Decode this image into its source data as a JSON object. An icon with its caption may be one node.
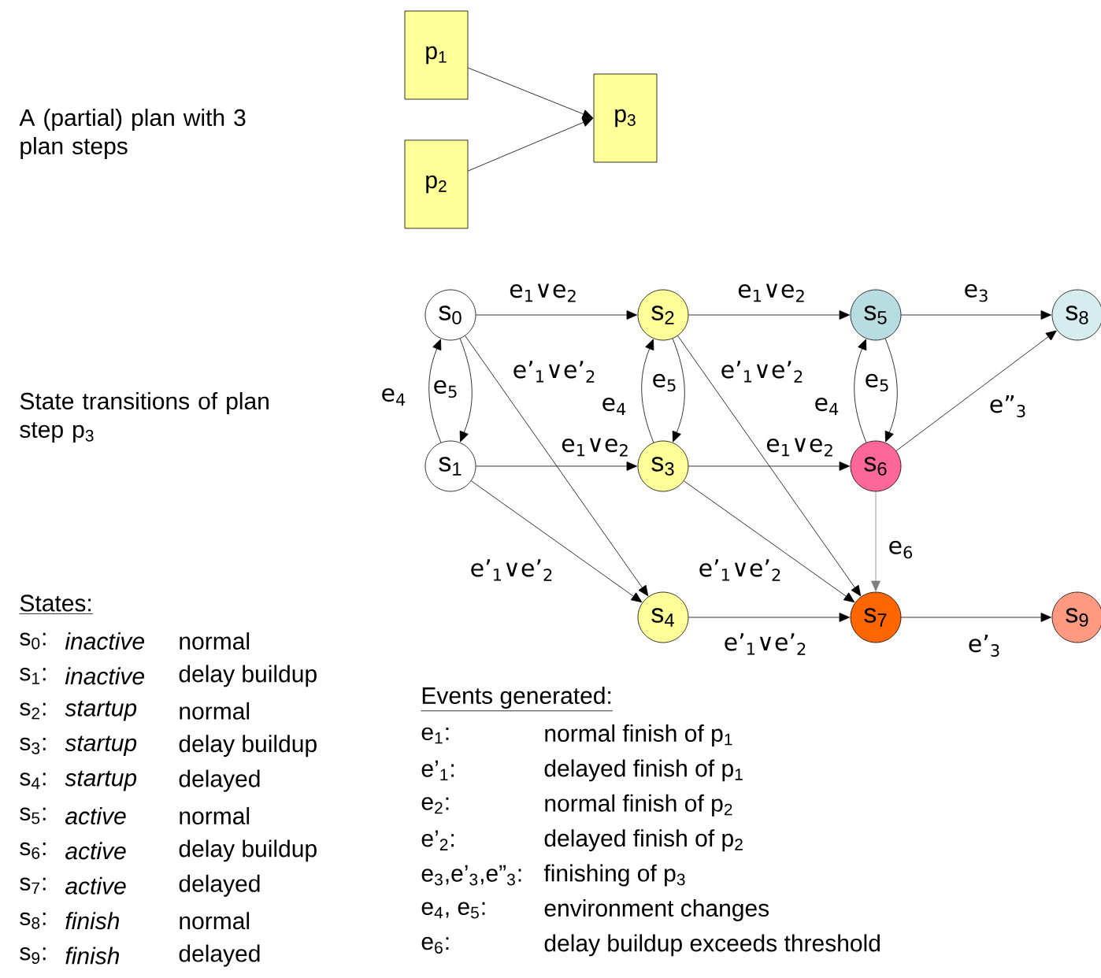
{
  "diagram": {
    "nodes": [
      {
        "text": [
          "p$_{1}$"
        ]
      },
      {
        "text": [
          "p$_{2}$"
        ]
      },
      {
        "text": [
          "p$_{3}$"
        ]
      },
      {
        "text": [
          "s$_{0}$"
        ]
      },
      {
        "text": [
          "s$_{1}$"
        ]
      },
      {
        "text": [
          "s$_{2}$"
        ]
      },
      {
        "text": [
          "s$_{3}$"
        ]
      },
      {
        "text": [
          "s$_{4}$"
        ]
      },
      {
        "text": [
          "s$_{5}$"
        ]
      },
      {
        "text": [
          "s$_{6}$"
        ]
      },
      {
        "text": [
          "s$_{7}$"
        ]
      },
      {
        "text": [
          "s$_{8}$"
        ]
      },
      {
        "text": [
          "s$_{9}$"
        ]
      }
    ],
    "edges": [
      {
        "from": 0,
        "to": 2,
        "arrow": "to"
      },
      {
        "from": 1,
        "to": 2,
        "arrow": "to"
      },
      {
        "from": 3,
        "to": 5,
        "arrow": "to",
        "label": "e$_{1}$∨e$_{2}$"
      },
      {
        "from": 5,
        "to": 8,
        "arrow": "to",
        "label": "e$_{1}$∨e$_{2}$"
      },
      {
        "from": 8,
        "to": 11,
        "arrow": "to",
        "label": "e$_{3}$"
      },
      {
        "from": 4,
        "to": 6,
        "arrow": "to",
        "label": "e$_{1}$∨e$_{2}$"
      },
      {
        "from": 6,
        "to": 9,
        "arrow": "to",
        "label": "e$_{1}$∨e$_{2}$"
      },
      {
        "from": 3,
        "to": 4,
        "arrow": "to",
        "label": "e$_{5}$"
      },
      {
        "from": 4,
        "to": 3,
        "arrow": "to",
        "label": "e$_{4}$"
      },
      {
        "from": 5,
        "to": 6,
        "arrow": "to",
        "label": "e$_{5}$"
      },
      {
        "from": 6,
        "to": 5,
        "arrow": "to",
        "label": "e$_{4}$"
      },
      {
        "from": 8,
        "to": 9,
        "arrow": "to",
        "label": "e$_{5}$"
      },
      {
        "from": 9,
        "to": 8,
        "arrow": "to",
        "label": "e$_{4}$"
      },
      {
        "from": 3,
        "to": 7,
        "arrow": "to",
        "label": "e’$_{1}$∨e’$_{2}$"
      },
      {
        "from": 4,
        "to": 7,
        "arrow": "to",
        "label": "e’$_{1}$∨e’$_{2}$"
      },
      {
        "from": 5,
        "to": 10,
        "arrow": "to",
        "label": "e’$_{1}$∨e’$_{2}$"
      },
      {
        "from": 6,
        "to": 10,
        "arrow": "to",
        "label": "e’$_{1}$∨e’$_{2}$"
      },
      {
        "from": 7,
        "to": 10,
        "arrow": "to",
        "label": "e’$_{1}$∨e’$_{2}$"
      },
      {
        "from": 9,
        "to": 11,
        "arrow": "to",
        "label": "e”$_{3}$"
      },
      {
        "from": 9,
        "to": 10,
        "arrow": "to",
        "label": "e$_{6}$",
        "color": "#7f7f7f"
      },
      {
        "from": 10,
        "to": 12,
        "arrow": "to",
        "label": "e’$_{3}$"
      }
    ],
    "labels": [
      "A (partial) plan with 3 plan steps",
      "State transitions of plan step p$_{3}$",
      "States:",
      "s$_{0}$:",
      "inactive",
      "normal",
      "s$_{1}$:",
      "inactive",
      "delay buildup",
      "s$_{2}$:",
      "startup",
      "normal",
      "s$_{3}$:",
      "startup",
      "delay buildup",
      "s$_{4}$:",
      "startup",
      "delayed",
      "s$_{5}$:",
      "active",
      "normal",
      "s$_{6}$:",
      "active",
      "delay buildup",
      "s$_{7}$:",
      "active",
      "delayed",
      "s$_{8}$:",
      "finish",
      "normal",
      "s$_{9}$:",
      "finish",
      "delayed",
      "Events generated:",
      "e$_{1}$:",
      "normal finish of p$_{1}$",
      "e’$_{1}$:",
      "delayed finish of p$_{1}$",
      "e$_{2}$:",
      "normal finish of p$_{2}$",
      "e’$_{2}$:",
      "delayed finish of p$_{2}$",
      "e$_{3}$,e’$_{3}$,e”$_{3}$:",
      "finishing of p$_{3}$",
      "e$_{4}$, e$_{5}$:",
      "environment changes",
      "e$_{6}$:",
      "delay buildup exceeds threshold"
    ]
  }
}
